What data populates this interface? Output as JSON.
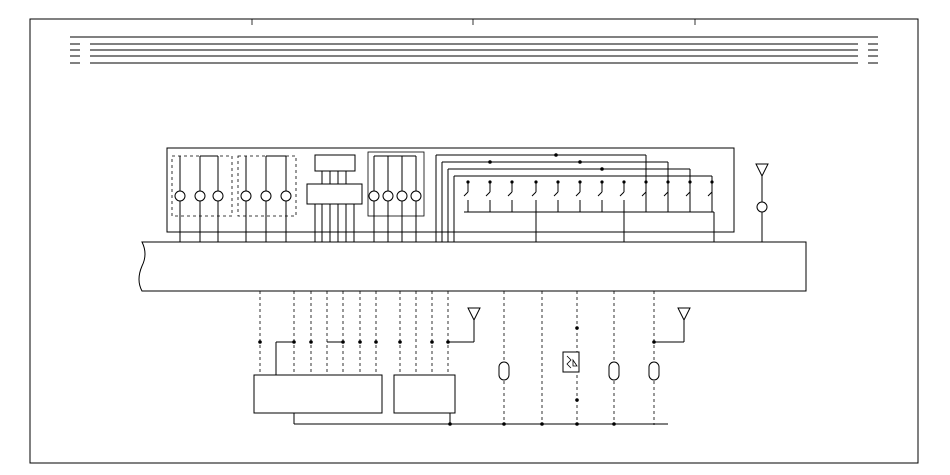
{
  "diagram": {
    "kind": "wiring schematic",
    "text_labels": [],
    "switch_group_count": 12,
    "bulb_group_count": 10,
    "antenna_count": 3
  }
}
